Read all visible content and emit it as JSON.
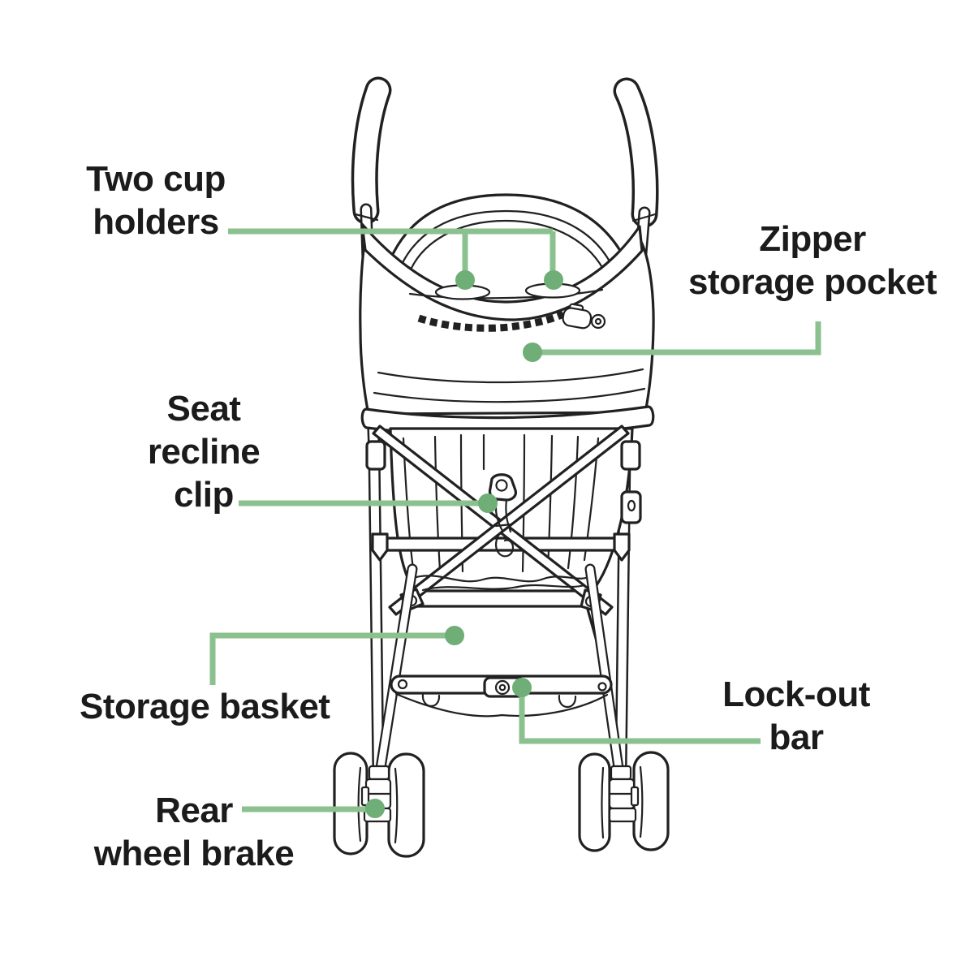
{
  "illustration": {
    "subject": "stroller-rear-view-line-art",
    "outline_color": "#212121"
  },
  "annotations": {
    "dot_shape": "filled-circle",
    "dot_color": "#6FAE77",
    "line_color": "#8BC08F"
  },
  "text_color": "#1B1B1B",
  "background_color": "#FFFFFF",
  "labels": {
    "two_cup_holders": "Two cup\nholders",
    "zipper_storage_pocket": "Zipper\nstorage pocket",
    "seat_recline_clip": "Seat\nrecline\nclip",
    "storage_basket": "Storage basket",
    "lock_out_bar": "Lock-out\nbar",
    "rear_wheel_brake": "Rear\nwheel brake"
  }
}
